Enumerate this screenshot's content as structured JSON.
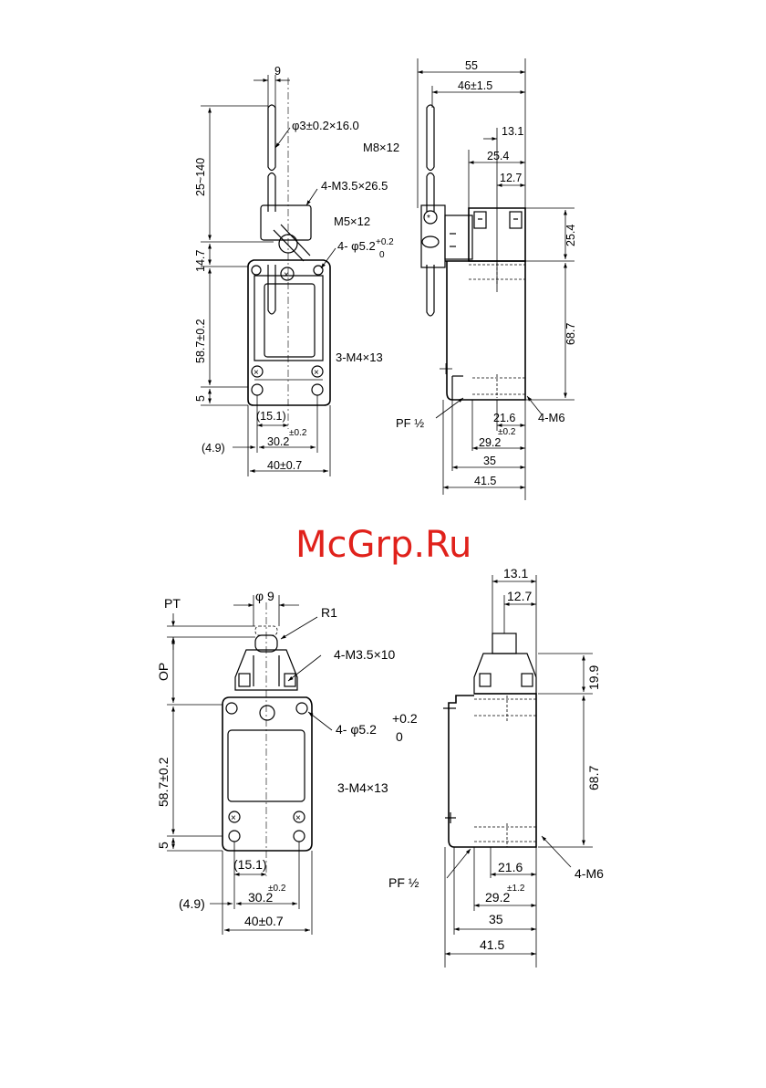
{
  "watermark": {
    "text": "McGrp.Ru",
    "color": "#e0211b"
  },
  "top_front": {
    "dims": [
      "9",
      "25~140",
      "14.7",
      "58.7±0.2",
      "5",
      "(15.1)",
      "30.2",
      "±0.2",
      "(4.9)",
      "40±0.7"
    ],
    "callouts": [
      "φ3±0.2×16.0",
      "M8×12",
      "4-M3.5×26.5",
      "M5×12",
      "4- φ5.2",
      "+0.2",
      "0",
      "3-M4×13"
    ]
  },
  "top_side": {
    "dims": [
      "55",
      "46±1.5",
      "13.1",
      "25.4",
      "12.7",
      "25.4",
      "68.7",
      "21.6",
      "±0.2",
      "29.2",
      "35",
      "41.5"
    ],
    "callouts": [
      "PF ½",
      "4-M6"
    ]
  },
  "bottom_front": {
    "dims": [
      "PT",
      "φ 9",
      "OP",
      "58.7±0.2",
      "5",
      "(15.1)",
      "30.2",
      "±0.2",
      "(4.9)",
      "40±0.7"
    ],
    "callouts": [
      "R1",
      "4-M3.5×10",
      "4- φ5.2",
      "+0.2",
      "0",
      "3-M4×13"
    ]
  },
  "bottom_side": {
    "dims": [
      "13.1",
      "12.7",
      "19.9",
      "68.7",
      "21.6",
      "±1.2",
      "29.2",
      "35",
      "41.5"
    ],
    "callouts": [
      "PF ½",
      "4-M6"
    ]
  }
}
